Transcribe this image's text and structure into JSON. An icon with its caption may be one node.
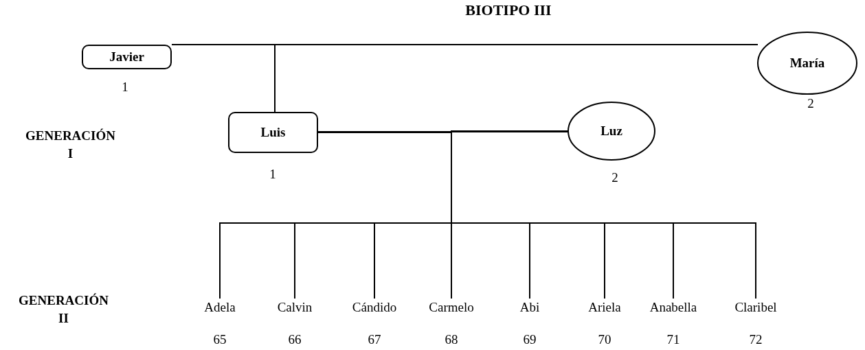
{
  "diagram": {
    "title": "BIOTIPO III",
    "nodes": [
      {
        "text": [
          "Javier"
        ],
        "beside": [
          "1"
        ]
      },
      {
        "text": [
          "María"
        ],
        "beside": [
          "2"
        ]
      },
      {
        "text": [
          "Luis"
        ],
        "beside": [
          "1"
        ]
      },
      {
        "text": [
          "Luz"
        ],
        "beside": [
          "2"
        ]
      },
      {
        "text": [
          "Adela"
        ],
        "beside": [
          "65"
        ]
      },
      {
        "text": [
          "Calvin"
        ],
        "beside": [
          "66"
        ]
      },
      {
        "text": [
          "Cándido"
        ],
        "beside": [
          "67"
        ]
      },
      {
        "text": [
          "Carmelo"
        ],
        "beside": [
          "68"
        ]
      },
      {
        "text": [
          "Abi"
        ],
        "beside": [
          "69"
        ]
      },
      {
        "text": [
          "Ariela"
        ],
        "beside": [
          "70"
        ]
      },
      {
        "text": [
          "Anabella"
        ],
        "beside": [
          "71"
        ]
      },
      {
        "text": [
          "Claribel"
        ],
        "beside": [
          "72"
        ]
      }
    ],
    "edges": [
      {
        "from": 0,
        "to": 1,
        "arrow": "none"
      },
      {
        "from": 0,
        "to": 2,
        "arrow": "none"
      },
      {
        "from": 1,
        "to": 2,
        "arrow": "none"
      },
      {
        "from": 2,
        "to": 3,
        "arrow": "none"
      },
      {
        "from": 2,
        "to": 4,
        "arrow": "none"
      },
      {
        "from": 3,
        "to": 4,
        "arrow": "none"
      },
      {
        "from": 2,
        "to": 5,
        "arrow": "none"
      },
      {
        "from": 3,
        "to": 5,
        "arrow": "none"
      },
      {
        "from": 2,
        "to": 6,
        "arrow": "none"
      },
      {
        "from": 3,
        "to": 6,
        "arrow": "none"
      },
      {
        "from": 2,
        "to": 7,
        "arrow": "none"
      },
      {
        "from": 3,
        "to": 7,
        "arrow": "none"
      },
      {
        "from": 2,
        "to": 8,
        "arrow": "none"
      },
      {
        "from": 3,
        "to": 8,
        "arrow": "none"
      },
      {
        "from": 2,
        "to": 9,
        "arrow": "none"
      },
      {
        "from": 3,
        "to": 9,
        "arrow": "none"
      },
      {
        "from": 2,
        "to": 10,
        "arrow": "none"
      },
      {
        "from": 3,
        "to": 10,
        "arrow": "none"
      },
      {
        "from": 2,
        "to": 11,
        "arrow": "none"
      },
      {
        "from": 3,
        "to": 11,
        "arrow": "none"
      }
    ],
    "labels": [
      "GENERACIÓN I",
      "GENERACIÓN II"
    ]
  }
}
